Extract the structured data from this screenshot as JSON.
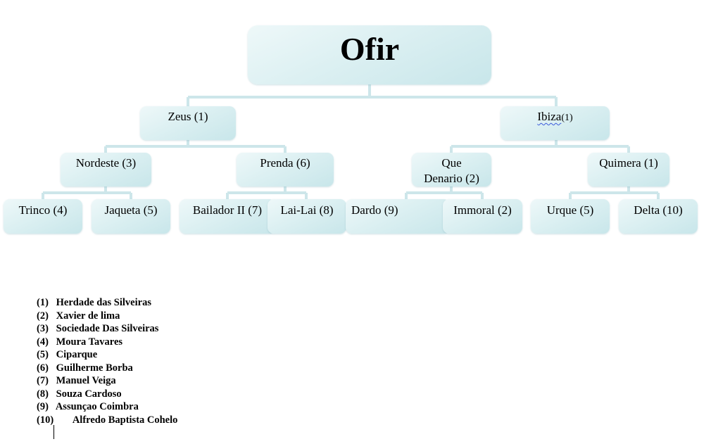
{
  "root": {
    "label": "Ofir"
  },
  "level1": {
    "zeus": "Zeus (1)",
    "ibiza_name": "Ibiza",
    "ibiza_num": "(1)"
  },
  "level2": {
    "nordeste": "Nordeste (3)",
    "prenda": "Prenda (6)",
    "que_denario": "Que Denario (2)",
    "quimera": "Quimera (1)"
  },
  "level3": {
    "trinco": "Trinco (4)",
    "jaqueta": "Jaqueta (5)",
    "bailador": "Bailador II (7)",
    "lailai": "Lai-Lai (8)",
    "dardo": "Dardo (9)",
    "immoral": "Immoral (2)",
    "urque": "Urque (5)",
    "delta": "Delta (10)"
  },
  "legend": [
    {
      "num": "(1)",
      "name": "Herdade das Silveiras"
    },
    {
      "num": "(2)",
      "name": "Xavier de lima"
    },
    {
      "num": "(3)",
      "name": "Sociedade Das Silveiras"
    },
    {
      "num": "(4)",
      "name": "Moura Tavares"
    },
    {
      "num": "(5)",
      "name": "Ciparque"
    },
    {
      "num": "(6)",
      "name": "Guilherme Borba"
    },
    {
      "num": "(7)",
      "name": "Manuel Veiga"
    },
    {
      "num": "(8)",
      "name": "Souza Cardoso"
    },
    {
      "num": "(9)",
      "name": "Assunçao Coimbra"
    },
    {
      "num": "(10)",
      "name": "Alfredo Baptista Cohelo"
    }
  ],
  "colors": {
    "connector": "#cde6ea",
    "node_start": "#eef8f9",
    "node_end": "#c8e6ea"
  }
}
